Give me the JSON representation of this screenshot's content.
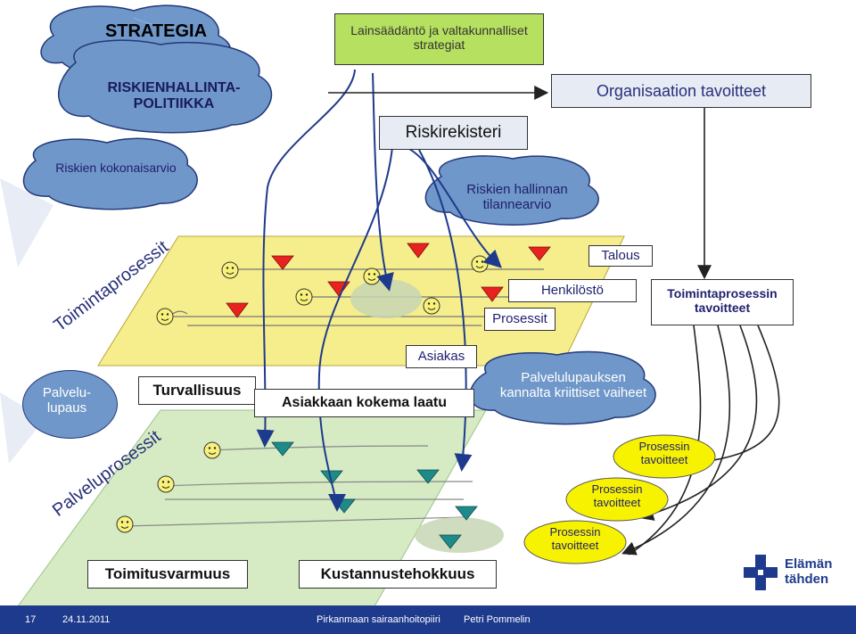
{
  "header": {
    "strategia": "STRATEGIA",
    "riskienhallintapolitiikka": "RISKIENHALLINTA-POLITIIKKA",
    "lainsaadanto": "Lainsäädäntö ja valtakunnalliset strategiat",
    "organisaation_tavoitteet": "Organisaation tavoitteet",
    "riskirekisteri": "Riskirekisteri",
    "riskien_kokonaisarvio": "Riskien kokonaisarvio",
    "riskien_hallinnan_tilannearvio": "Riskien hallinnan tilannearvio"
  },
  "upper_plane": {
    "toimintaprosessit": "Toimintaprosessit",
    "talous": "Talous",
    "henkilosto": "Henkilöstö",
    "prosessit": "Prosessit",
    "asiakas": "Asiakas",
    "toimintaprosessin_tavoitteet": "Toimintaprosessin tavoitteet"
  },
  "lower_plane": {
    "palvelulupaus": "Palvelu-lupaus",
    "turvallisuus": "Turvallisuus",
    "asiakkaan_kokema_laatu": "Asiakkaan kokema laatu",
    "palvelulupauksen_kriittiset": "Palvelulupauksen kannalta kriittiset vaiheet",
    "palveluprosessit": "Palveluprosessit",
    "prosessin_tavoitteet": [
      "Prosessin tavoitteet",
      "Prosessin tavoitteet",
      "Prosessin tavoitteet"
    ],
    "toimitusvarmuus": "Toimitusvarmuus",
    "kustannustehokkuus": "Kustannustehokkuus"
  },
  "footer": {
    "page_number": "17",
    "date": "24.11.2011",
    "organization": "Pirkanmaan sairaanhoitopiiri",
    "author": "Petri Pommelin"
  },
  "logo": {
    "line1": "Elämän",
    "line2": "tähden"
  },
  "colors": {
    "cloud_fill": "#6f97c9",
    "cloud_stroke": "#23397a",
    "upper_plane": "#f6ee8c",
    "lower_plane": "#d6ebc4",
    "triangle_red": "#e8231f",
    "triangle_teal": "#1f8a8a",
    "footer": "#1e3a8c",
    "yellow_ellipse": "#f7f200"
  }
}
